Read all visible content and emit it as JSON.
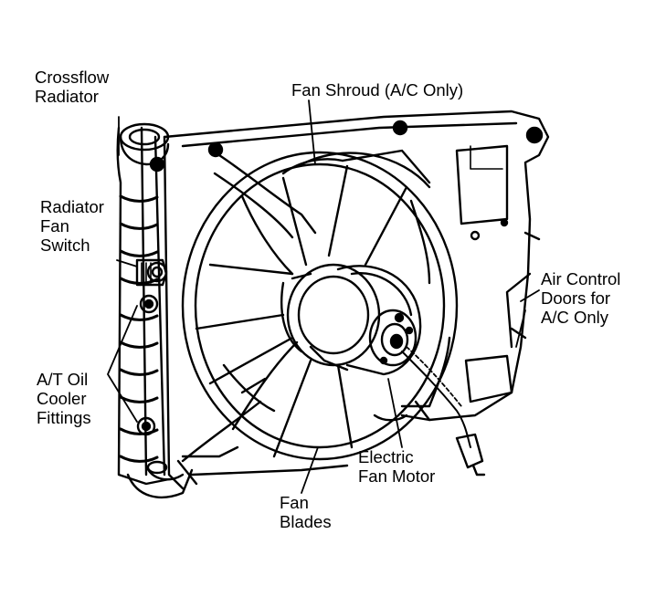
{
  "diagram": {
    "colors": {
      "ink": "#000000",
      "paper": "#ffffff"
    },
    "components": [
      "crossflow-radiator",
      "fan-shroud",
      "fan-blades",
      "electric-fan-motor",
      "radiator-fan-switch",
      "at-oil-cooler-fittings",
      "air-control-doors"
    ],
    "labels": {
      "crossflow_radiator": [
        "Crossflow",
        "Radiator"
      ],
      "fan_shroud": "Fan Shroud (A/C Only)",
      "radiator_fan_switch": [
        "Radiator",
        "Fan",
        "Switch"
      ],
      "at_oil_cooler_fittings": [
        "A/T Oil",
        "Cooler",
        "Fittings"
      ],
      "air_control_doors": [
        "Air Control",
        "Doors for",
        "A/C Only"
      ],
      "electric_fan_motor": [
        "Electric",
        "Fan Motor"
      ],
      "fan_blades": [
        "Fan",
        "Blades"
      ]
    }
  }
}
